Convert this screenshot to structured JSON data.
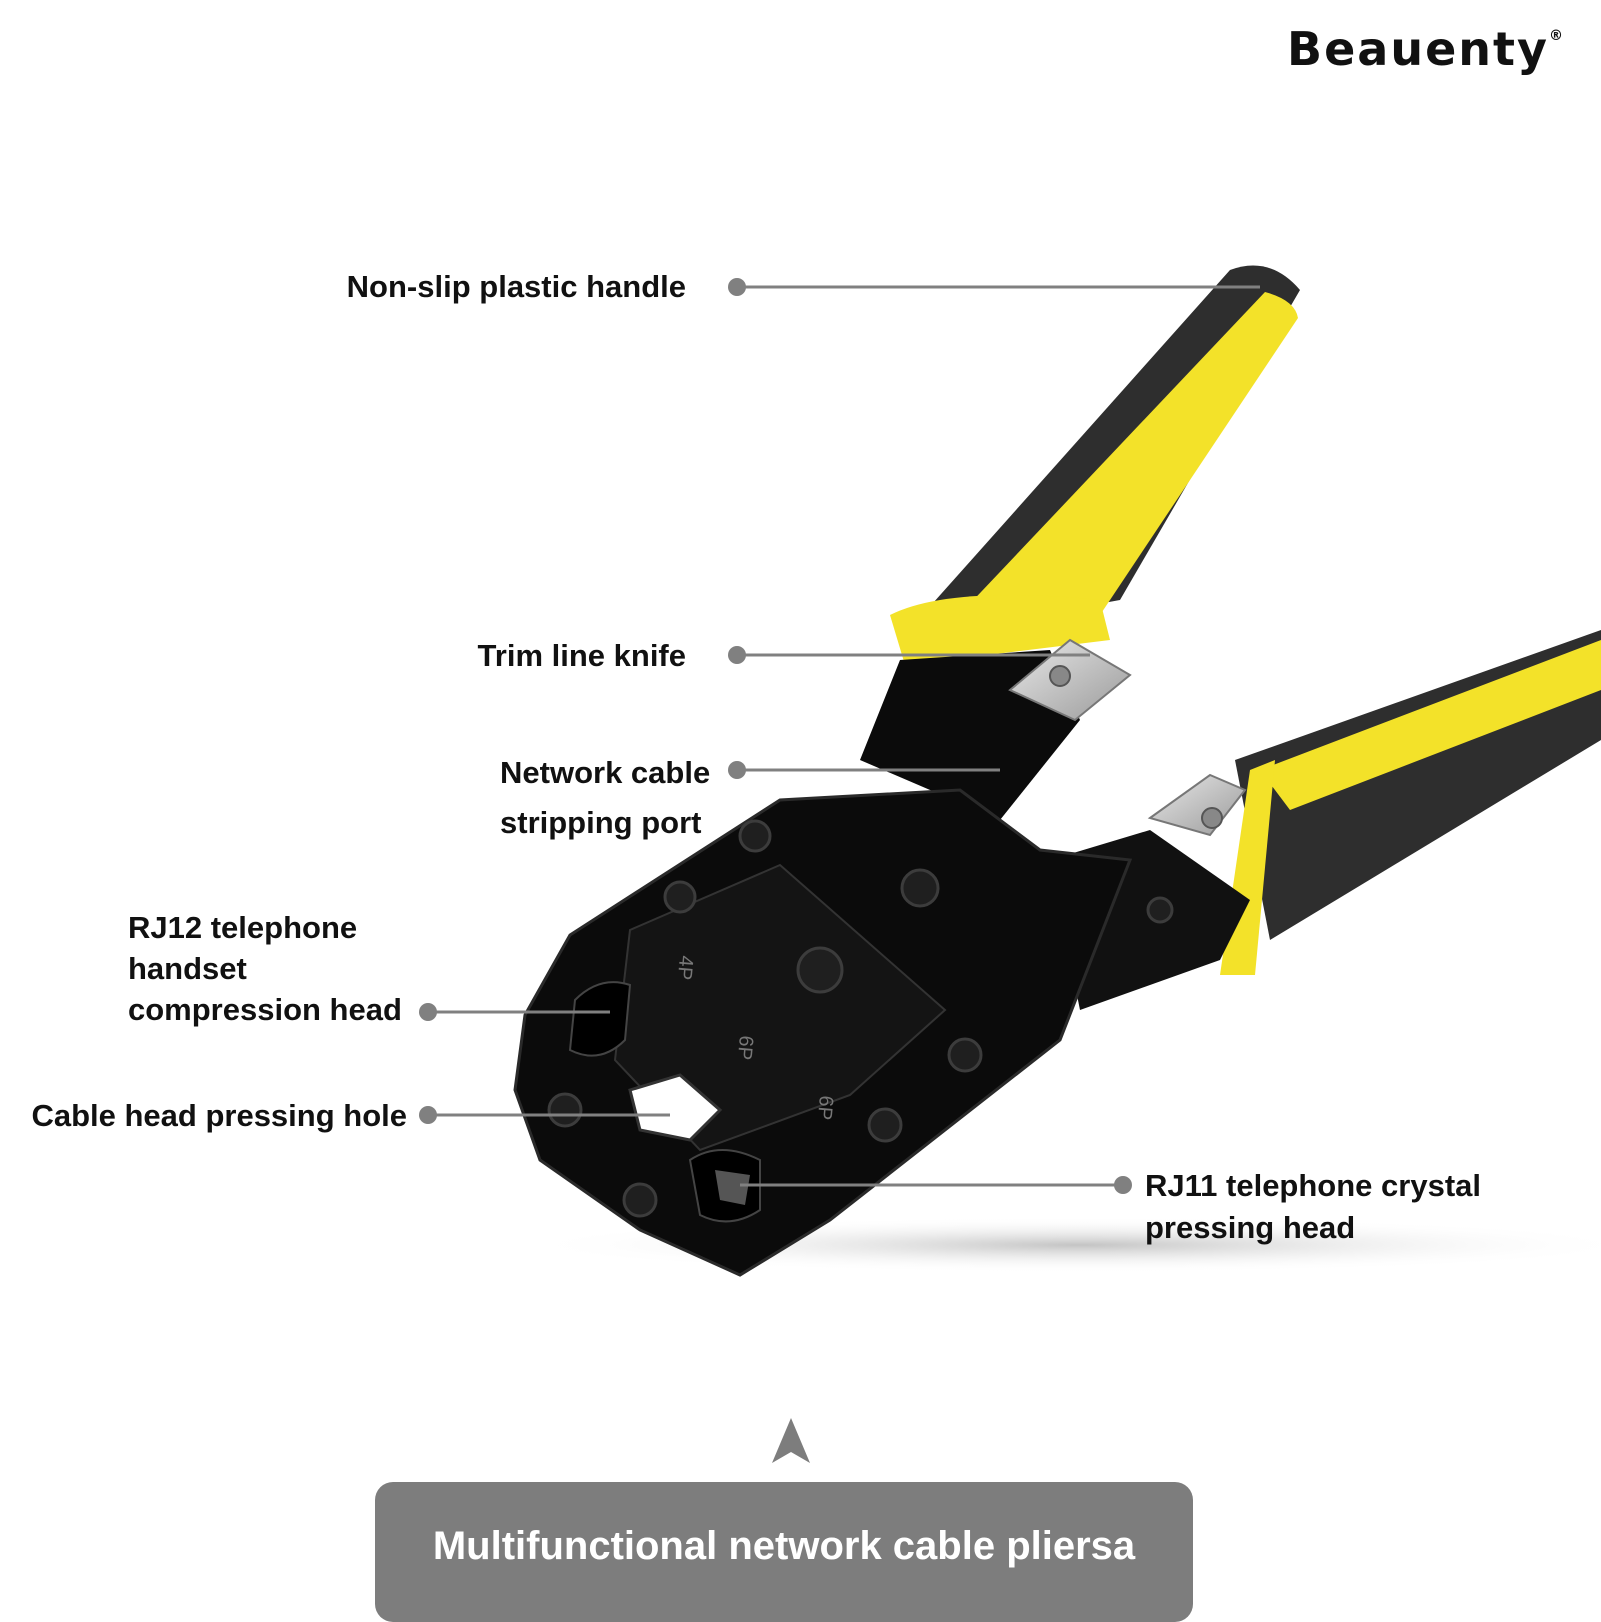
{
  "brand": {
    "name": "Beauenty",
    "mark": "®"
  },
  "callouts": {
    "handle": "Non-slip plastic handle",
    "knife": "Trim line knife",
    "strip": "Network cable\nstripping port",
    "rj12": "RJ12 telephone\nhandset\ncompression head",
    "hole": "Cable head pressing hole",
    "rj11": "RJ11 telephone crystal\npressing head"
  },
  "die_marks": {
    "four": "4P",
    "six_a": "6P",
    "six_b": "6P"
  },
  "caption": "Multifunctional network cable pliersa",
  "colors": {
    "yellow": "#f3e229",
    "grip_dark": "#2e2e2e",
    "body": "#0b0b0b",
    "leader": "#808080",
    "caption_bg": "#7d7d7d"
  },
  "icons": {
    "arrow": "up-arrow-icon"
  }
}
